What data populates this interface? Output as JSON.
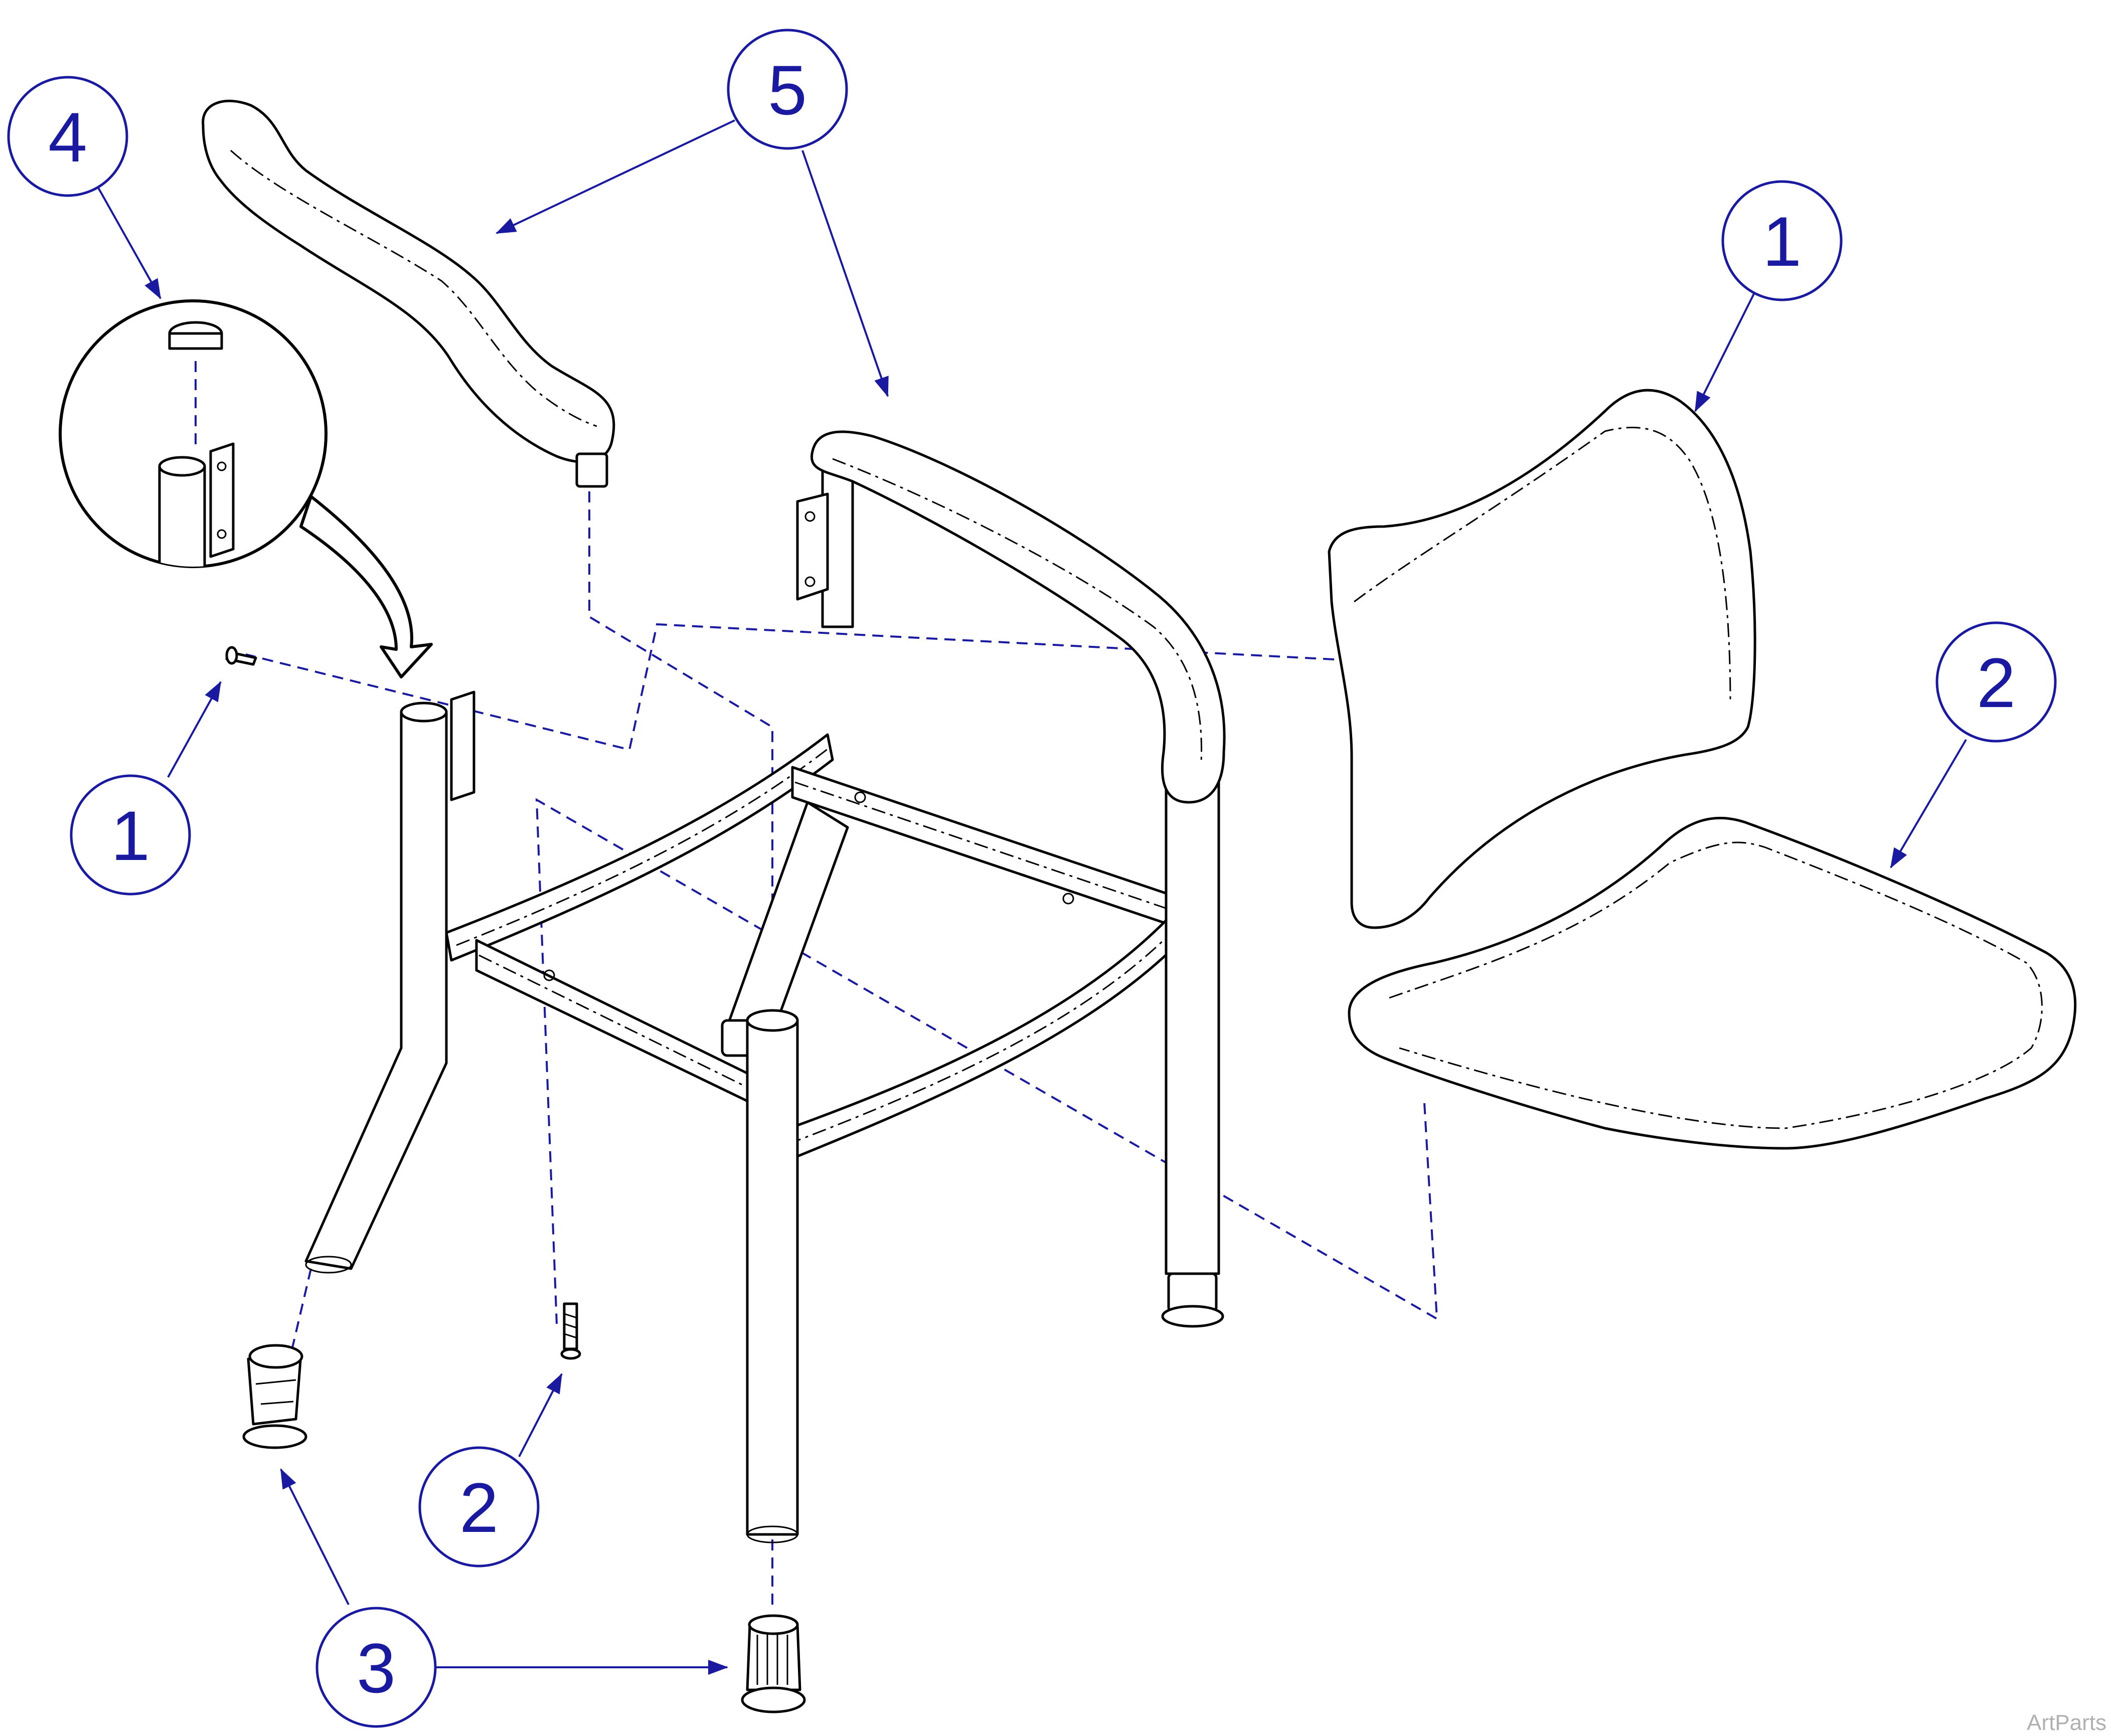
{
  "callouts": [
    {
      "id": "callout-4",
      "label": "4"
    },
    {
      "id": "callout-5",
      "label": "5"
    },
    {
      "id": "callout-1-back",
      "label": "1"
    },
    {
      "id": "callout-2-seat",
      "label": "2"
    },
    {
      "id": "callout-1-screw",
      "label": "1"
    },
    {
      "id": "callout-2-screw",
      "label": "2"
    },
    {
      "id": "callout-3",
      "label": "3"
    }
  ],
  "watermark": "ArtParts",
  "colors": {
    "callout": "#1a1aa0",
    "line": "#000000",
    "watermark": "#b0b0b0"
  }
}
